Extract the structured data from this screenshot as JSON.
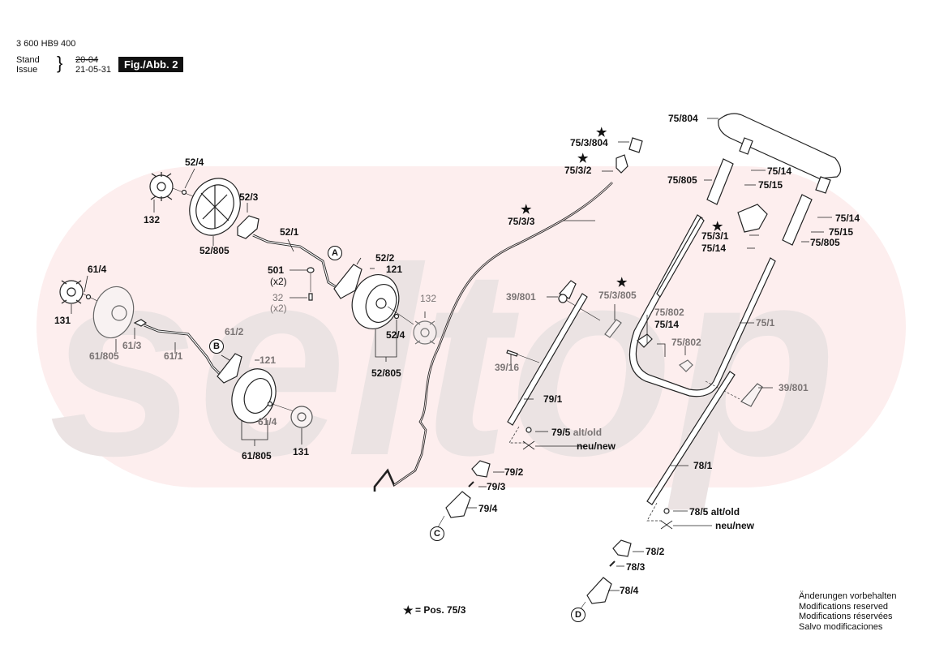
{
  "header": {
    "part_number": "3 600 HB9 400",
    "stand_label": "Stand",
    "issue_label": "Issue",
    "old_date": "20-04",
    "new_date": "21-05-31",
    "figure_label": "Fig./Abb. 2"
  },
  "watermark": {
    "text": "seltop",
    "pill_color": "#fdeeee",
    "letter_color": "#ebe3e3"
  },
  "labels": {
    "p52_4_top": "52/4",
    "p132_top": "132",
    "p52_805_top": "52/805",
    "p52_3": "52/3",
    "p52_1": "52/1",
    "p501": "501",
    "p501_qty": "(x2)",
    "p32": "32",
    "p32_qty": "(x2)",
    "p52_2": "52/2",
    "p121_top": "121",
    "p132_right": "132",
    "p52_4_right": "52/4",
    "p52_805_right": "52/805",
    "p61_4_left": "61/4",
    "p131_left": "131",
    "p61_805_left": "61/805",
    "p61_3": "61/3",
    "p61_1": "61/1",
    "p61_2": "61/2",
    "p121_bottom": "121",
    "p61_4_right": "61/4",
    "p61_805_right": "61/805",
    "p131_right": "131",
    "p75_3_804": "75/3/804",
    "p75_3_2": "75/3/2",
    "p75_3_3": "75/3/3",
    "p39_801_left": "39/801",
    "p75_3_805": "75/3/805",
    "p39_16": "39/16",
    "p79_1": "79/1",
    "p79_5": "79/5",
    "alt_old": "alt/old",
    "neu_new": "neu/new",
    "p79_2": "79/2",
    "p79_3": "79/3",
    "p79_4": "79/4",
    "p75_804": "75/804",
    "p75_805_a": "75/805",
    "p75_14_a": "75/14",
    "p75_15_a": "75/15",
    "p75_3_1": "75/3/1",
    "p75_14_b": "75/14",
    "p75_14_c": "75/14",
    "p75_15_b": "75/15",
    "p75_805_b": "75/805",
    "p75_802_a": "75/802",
    "p75_14_d": "75/14",
    "p75_802_b": "75/802",
    "p75_1": "75/1",
    "p39_801_right": "39/801",
    "p78_1": "78/1",
    "p78_5": "78/5",
    "alt_old_2": "alt/old",
    "neu_new_2": "neu/new",
    "p78_2": "78/2",
    "p78_3": "78/3",
    "p78_4": "78/4"
  },
  "markers": {
    "star": "★",
    "A": "A",
    "B": "B",
    "C": "C",
    "D": "D"
  },
  "footnote": {
    "star": "★",
    "text": "= Pos.  75/3"
  },
  "disclaimer": [
    "Änderungen vorbehalten",
    "Modifications reserved",
    "Modifications réservées",
    "Salvo modificaciones"
  ]
}
